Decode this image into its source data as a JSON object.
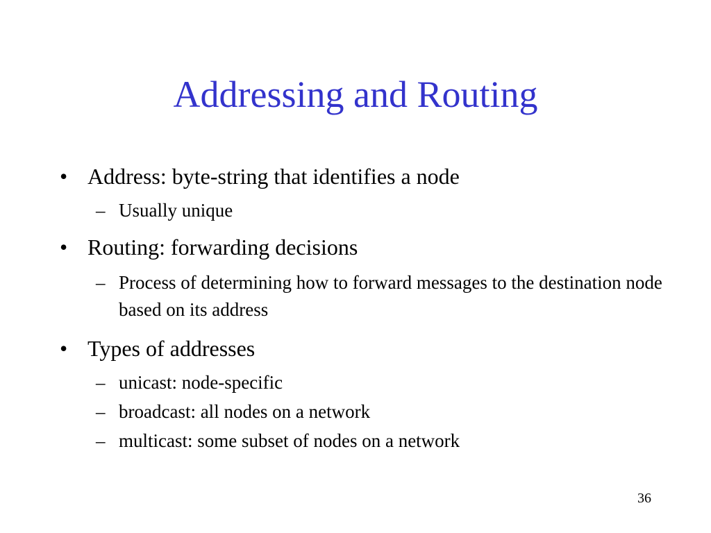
{
  "slide": {
    "title": "Addressing and Routing",
    "bullet_glyph": "•",
    "sub_glyph": "–",
    "bullets": [
      {
        "text": "Address: byte-string that identifies a node",
        "subs": [
          "Usually unique"
        ]
      },
      {
        "text": "Routing: forwarding decisions",
        "subs": [
          "Process of determining how to forward messages to the destination node based on its address"
        ]
      },
      {
        "text": "Types of addresses",
        "subs": [
          "unicast: node-specific",
          "broadcast: all nodes on a network",
          "multicast: some subset of nodes on a network"
        ]
      }
    ],
    "page_number": "36",
    "colors": {
      "title": "#3333cc",
      "text": "#000000",
      "background": "#ffffff"
    }
  }
}
